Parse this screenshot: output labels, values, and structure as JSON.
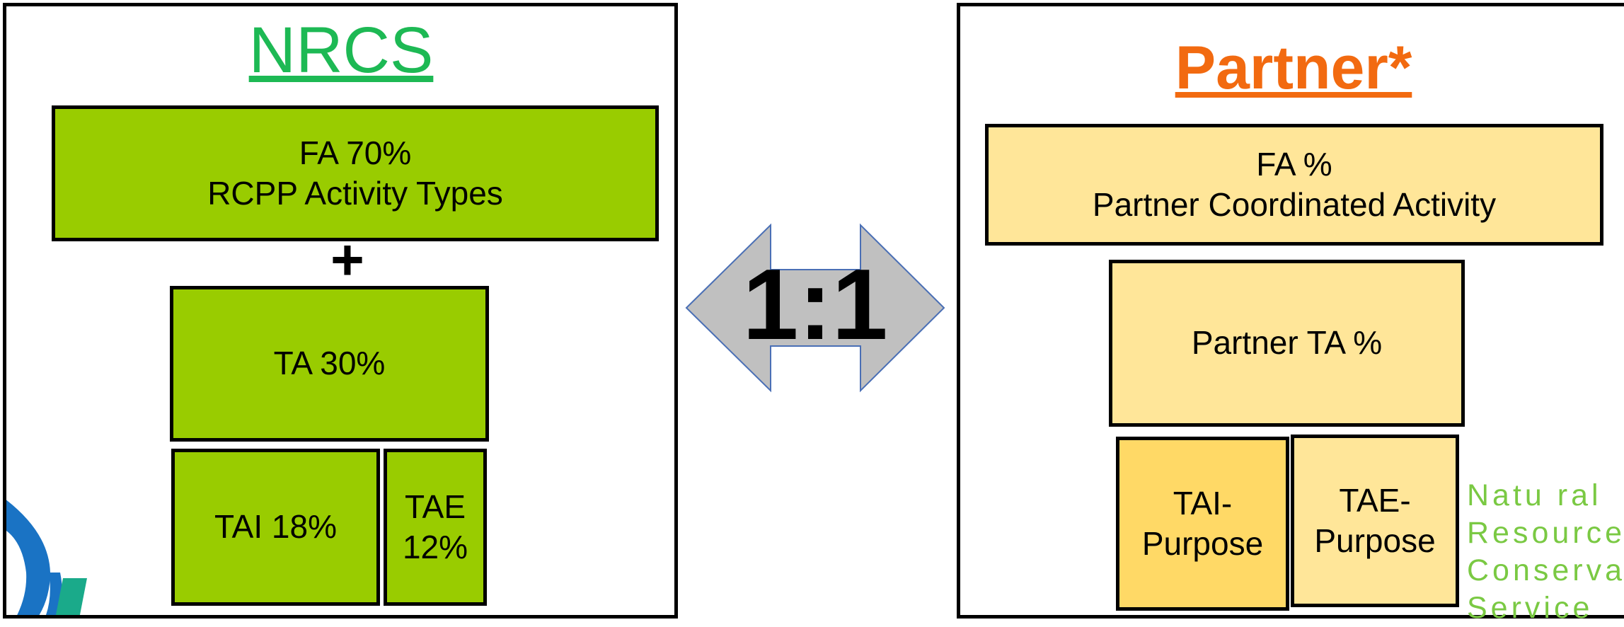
{
  "nrcs_panel": {
    "title": "NRCS",
    "fa_line1": "FA 70%",
    "fa_line2": "RCPP Activity Types",
    "plus": "+",
    "ta": "TA 30%",
    "tai": "TAI 18%",
    "tae_line1": "TAE",
    "tae_line2": "12%"
  },
  "ratio": {
    "label": "1:1"
  },
  "partner_panel": {
    "title": "Partner*",
    "fa_line1": "FA %",
    "fa_line2": "Partner Coordinated Activity",
    "ta": "Partner TA %",
    "tai_line1": "TAI-",
    "tai_line2": "Purpose",
    "tae_line1": "TAE-",
    "tae_line2": "Purpose"
  },
  "agency_text": {
    "line1": "Natu ral",
    "line2": "Resources",
    "line3": "Conservation",
    "line4": "Service"
  },
  "colors": {
    "nrcs_green_box": "#99cc00",
    "partner_light_box": "#ffe699",
    "partner_gold_box": "#ffd966",
    "nrcs_title": "#1db954",
    "partner_title": "#f26a10",
    "arrow_fill": "#c0c0c0",
    "arrow_stroke": "#4a6fb5",
    "agency_text": "#7ac943"
  }
}
